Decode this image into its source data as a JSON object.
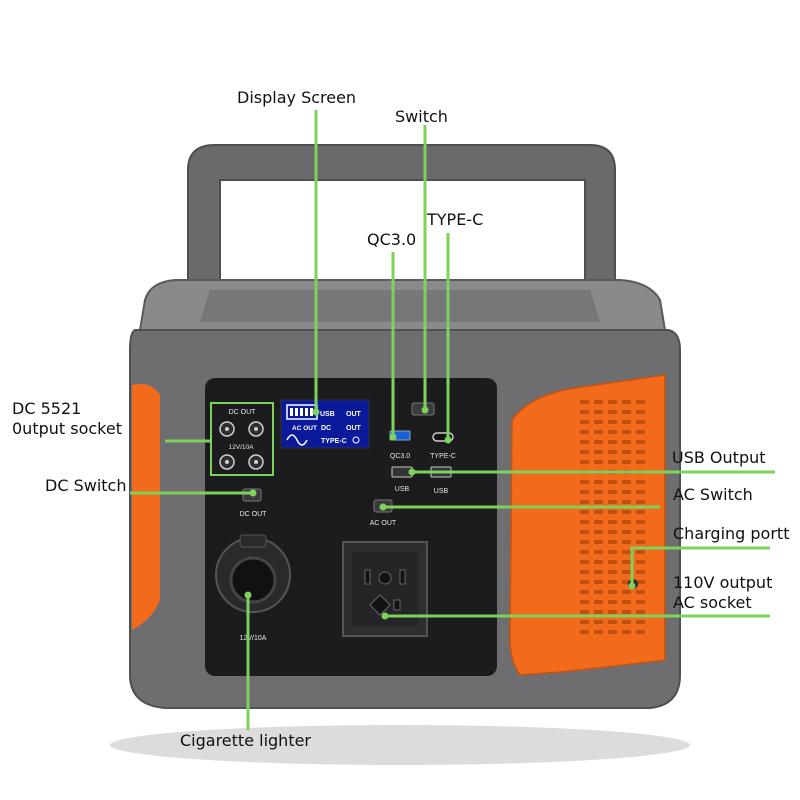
{
  "labels": {
    "display_screen": "Display Screen",
    "switch": "Switch",
    "type_c": "TYPE-C",
    "qc30": "QC3.0",
    "dc5521_line1": "DC 5521",
    "dc5521_line2": "0utput socket",
    "usb_output": "USB Output",
    "dc_switch": "DC Switch",
    "ac_switch": "AC Switch",
    "charging_port": "Charging portt",
    "ac_socket_line1": "110V output",
    "ac_socket_line2": "AC socket",
    "cigarette_lighter": "Cigarette lighter"
  },
  "panel": {
    "dc_out_top": "DC OUT",
    "dc_rating": "12V/10A",
    "dc_out_switch": "DC OUT",
    "cig_rating": "12V/10A",
    "qc_label": "QC3.0",
    "typec_label": "TYPE-C",
    "usb1": "USB",
    "usb2": "USB",
    "ac_out": "AC OUT"
  },
  "lcd": {
    "usb": "USB",
    "out1": "OUT",
    "ac_out": "AC OUT",
    "dc": "DC",
    "out2": "OUT",
    "type_c": "TYPE-C"
  },
  "colors": {
    "body_gray": "#6e6e70",
    "accent_orange": "#f26a1b",
    "panel_black": "#1c1c1e",
    "callout_green": "#7dd35a",
    "lcd_blue": "#0a1a9a"
  }
}
